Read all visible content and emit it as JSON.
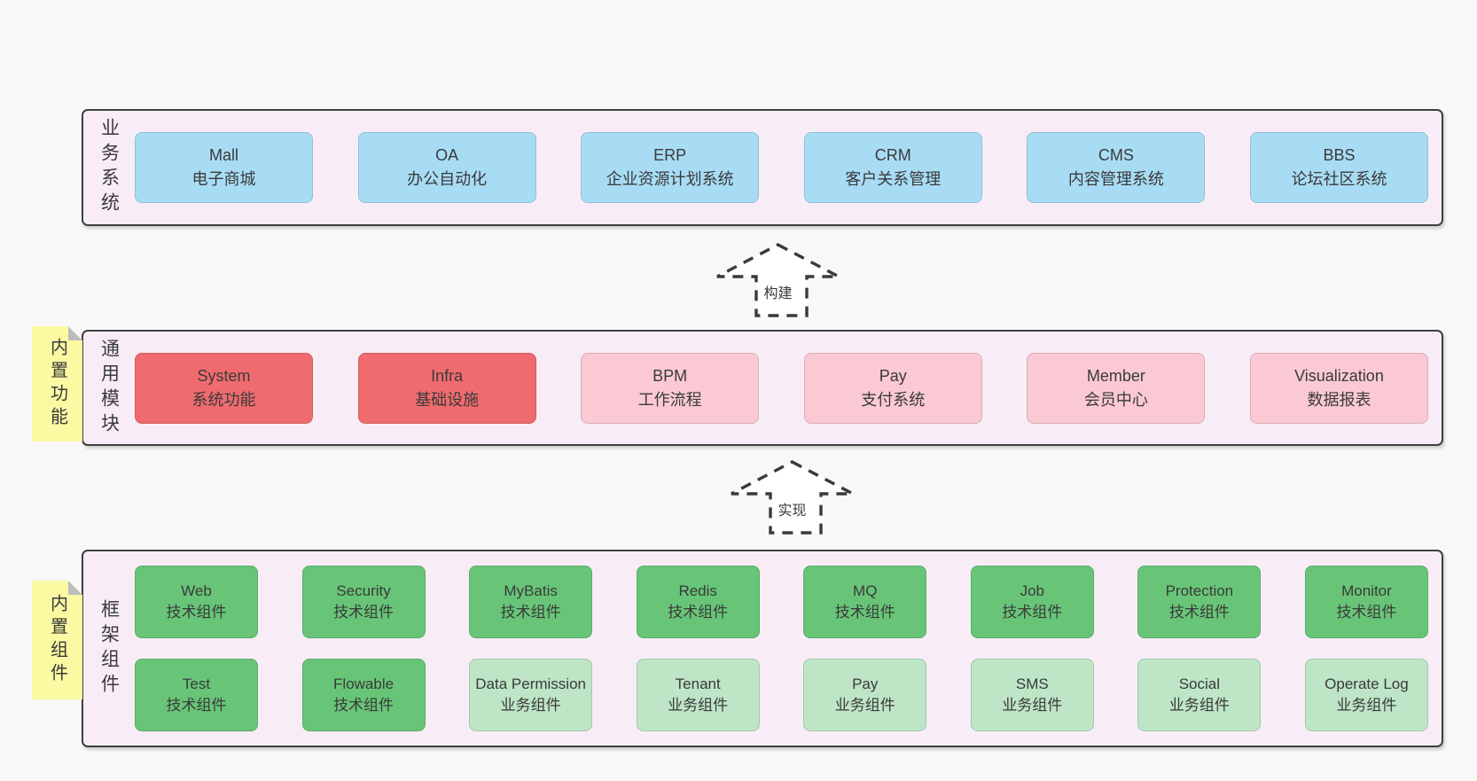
{
  "colors": {
    "page_bg": "#f8f8f8",
    "container_fill": "#f8edf6",
    "container_border": "#3f3f3f",
    "blue": "#a8dcf5",
    "red": "#f06b6e",
    "pink": "#fac9d3",
    "green_dark": "#68c578",
    "green_light": "#bde5c6",
    "sticky_yellow": "#fbf9a2",
    "sticky_fold": "#bdbdbd",
    "text": "#3a3a3a",
    "arrow_fill": "#ffffff",
    "arrow_stroke": "#3a3a3a"
  },
  "arrows": {
    "build": {
      "label": "构建"
    },
    "implement": {
      "label": "实现"
    }
  },
  "sections": {
    "business": {
      "side_label": "业务系统",
      "boxes": [
        {
          "title": "Mall",
          "subtitle": "电子商城",
          "type": "blue"
        },
        {
          "title": "OA",
          "subtitle": "办公自动化",
          "type": "blue"
        },
        {
          "title": "ERP",
          "subtitle": "企业资源计划系统",
          "type": "blue"
        },
        {
          "title": "CRM",
          "subtitle": "客户关系管理",
          "type": "blue"
        },
        {
          "title": "CMS",
          "subtitle": "内容管理系统",
          "type": "blue"
        },
        {
          "title": "BBS",
          "subtitle": "论坛社区系统",
          "type": "blue"
        }
      ]
    },
    "modules": {
      "side_label": "通用模块",
      "sticky_label": "内置功能",
      "boxes": [
        {
          "title": "System",
          "subtitle": "系统功能",
          "type": "red"
        },
        {
          "title": "Infra",
          "subtitle": "基础设施",
          "type": "red"
        },
        {
          "title": "BPM",
          "subtitle": "工作流程",
          "type": "pink"
        },
        {
          "title": "Pay",
          "subtitle": "支付系统",
          "type": "pink"
        },
        {
          "title": "Member",
          "subtitle": "会员中心",
          "type": "pink"
        },
        {
          "title": "Visualization",
          "subtitle": "数据报表",
          "type": "pink"
        }
      ]
    },
    "components": {
      "side_label": "框架组件",
      "sticky_label": "内置组件",
      "rows": [
        [
          {
            "title": "Web",
            "subtitle": "技术组件",
            "type": "green-dark"
          },
          {
            "title": "Security",
            "subtitle": "技术组件",
            "type": "green-dark"
          },
          {
            "title": "MyBatis",
            "subtitle": "技术组件",
            "type": "green-dark"
          },
          {
            "title": "Redis",
            "subtitle": "技术组件",
            "type": "green-dark"
          },
          {
            "title": "MQ",
            "subtitle": "技术组件",
            "type": "green-dark"
          },
          {
            "title": "Job",
            "subtitle": "技术组件",
            "type": "green-dark"
          },
          {
            "title": "Protection",
            "subtitle": "技术组件",
            "type": "green-dark"
          },
          {
            "title": "Monitor",
            "subtitle": "技术组件",
            "type": "green-dark"
          }
        ],
        [
          {
            "title": "Test",
            "subtitle": "技术组件",
            "type": "green-dark"
          },
          {
            "title": "Flowable",
            "subtitle": "技术组件",
            "type": "green-dark"
          },
          {
            "title": "Data Permission",
            "subtitle": "业务组件",
            "type": "green-light"
          },
          {
            "title": "Tenant",
            "subtitle": "业务组件",
            "type": "green-light"
          },
          {
            "title": "Pay",
            "subtitle": "业务组件",
            "type": "green-light"
          },
          {
            "title": "SMS",
            "subtitle": "业务组件",
            "type": "green-light"
          },
          {
            "title": "Social",
            "subtitle": "业务组件",
            "type": "green-light"
          },
          {
            "title": "Operate Log",
            "subtitle": "业务组件",
            "type": "green-light"
          }
        ]
      ]
    }
  }
}
